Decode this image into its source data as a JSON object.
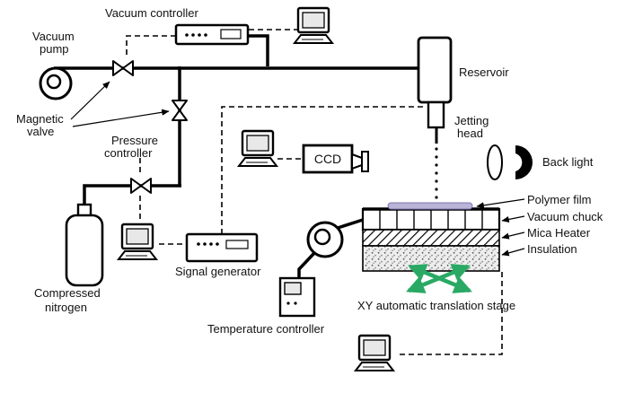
{
  "diagram": {
    "labels": {
      "vacuum_controller": "Vacuum controller",
      "vacuum_pump_line1": "Vacuum",
      "vacuum_pump_line2": "pump",
      "magnetic_valve_line1": "Magnetic",
      "magnetic_valve_line2": "valve",
      "pressure_controller_line1": "Pressure",
      "pressure_controller_line2": "controller",
      "compressed_nitrogen_line1": "Compressed",
      "compressed_nitrogen_line2": "nitrogen",
      "signal_generator": "Signal generator",
      "ccd": "CCD",
      "reservoir": "Reservoir",
      "jetting_head_line1": "Jetting",
      "jetting_head_line2": "head",
      "back_light": "Back light",
      "polymer_film": "Polymer film",
      "vacuum_chuck": "Vacuum chuck",
      "mica_heater": "Mica Heater",
      "insulation": "Insulation",
      "xy_stage": "XY automatic translation stage",
      "temperature_controller": "Temperature controller"
    },
    "colors": {
      "line": "#000000",
      "stage_arrow": "#2aa964",
      "polymer_film": "#b9b4d8",
      "screen_fill": "#e8e8e8",
      "background": "#ffffff"
    },
    "icons": [
      "computer-icon",
      "vacuum-pump-icon",
      "valve-icon",
      "gas-cylinder-icon",
      "lens-icon",
      "back-light-lamp-icon",
      "blower-icon",
      "xy-cross-arrows-icon"
    ]
  }
}
